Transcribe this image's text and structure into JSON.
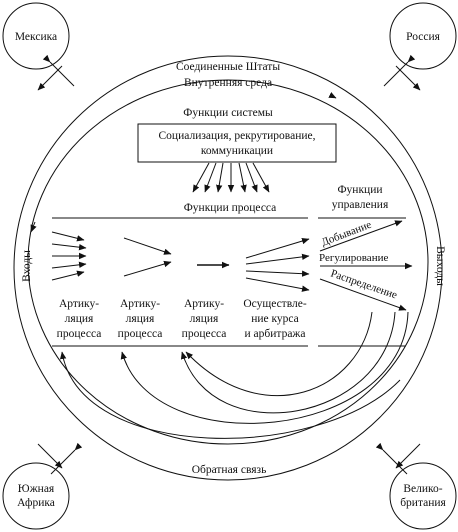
{
  "countries": {
    "mexico": "Мексика",
    "russia": "Россия",
    "south_africa_1": "Южная",
    "south_africa_2": "Африка",
    "britain_1": "Велико-",
    "britain_2": "британия"
  },
  "environment": {
    "country": "Соединенные Штаты",
    "inner": "Внутренняя среда",
    "feedback": "Обратная связь"
  },
  "system": {
    "functions_title": "Функции системы",
    "box_line1": "Социализация, рекрутирование,",
    "box_line2": "коммуникации",
    "process_title": "Функции процесса",
    "control_title_1": "Функции",
    "control_title_2": "управления"
  },
  "side_labels": {
    "inputs": "Входы",
    "outputs": "Выходы"
  },
  "process_columns": [
    [
      "Артику-",
      "ляция",
      "процесса"
    ],
    [
      "Артику-",
      "ляция",
      "процесса"
    ],
    [
      "Артику-",
      "ляция",
      "процесса"
    ],
    [
      "Осуществле-",
      "ние курса",
      "и арбитража"
    ]
  ],
  "control_functions": {
    "extraction": "Добывание",
    "regulation": "Регулирование",
    "distribution": "Распределение"
  }
}
